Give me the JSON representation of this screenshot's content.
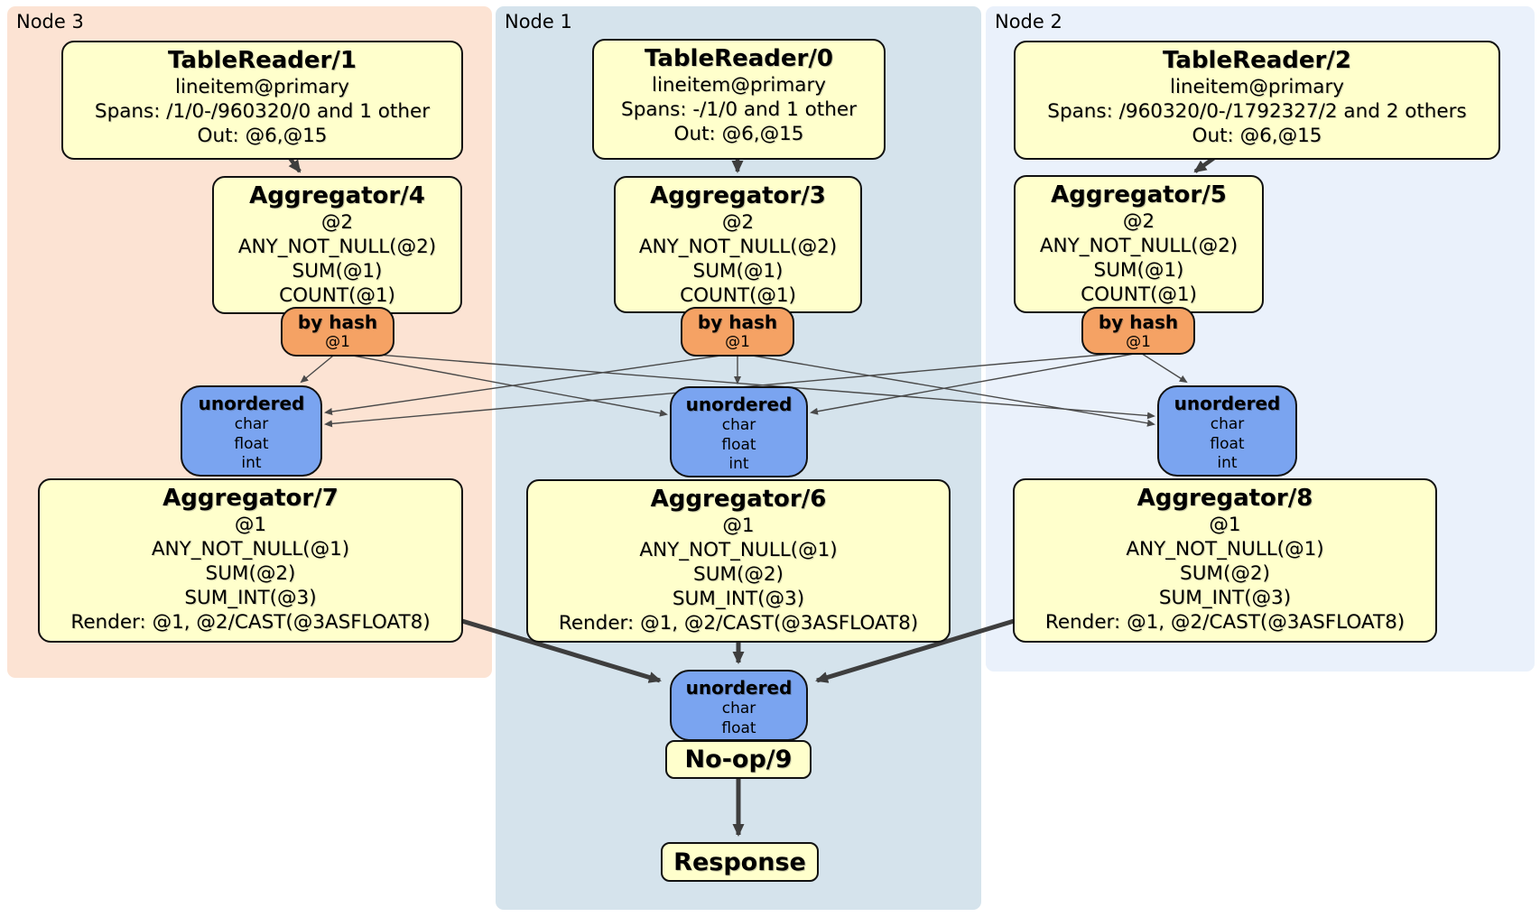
{
  "colors": {
    "canvas_bg": "#ffffff",
    "node3_bg": "#fce3d3",
    "node1_bg": "#d5e3ec",
    "node2_bg": "#eaf1fb",
    "processor_fill": "#ffffcc",
    "router_fill": "#f5a264",
    "sync_fill": "#7aa4f0",
    "box_border": "#111111",
    "edge_color": "#3e3e3e"
  },
  "regions": {
    "node3": {
      "label": "Node 3"
    },
    "node1": {
      "label": "Node 1"
    },
    "node2": {
      "label": "Node 2"
    }
  },
  "processors": {
    "tablereader1": {
      "title": "TableReader/1",
      "lines": [
        "lineitem@primary",
        "Spans: /1/0-/960320/0 and 1 other",
        "Out: @6,@15"
      ]
    },
    "tablereader0": {
      "title": "TableReader/0",
      "lines": [
        "lineitem@primary",
        "Spans: -/1/0 and 1 other",
        "Out: @6,@15"
      ]
    },
    "tablereader2": {
      "title": "TableReader/2",
      "lines": [
        "lineitem@primary",
        "Spans: /960320/0-/1792327/2 and 2 others",
        "Out: @6,@15"
      ]
    },
    "aggregator4": {
      "title": "Aggregator/4",
      "lines": [
        "@2",
        "ANY_NOT_NULL(@2)",
        "SUM(@1)",
        "COUNT(@1)"
      ]
    },
    "aggregator3": {
      "title": "Aggregator/3",
      "lines": [
        "@2",
        "ANY_NOT_NULL(@2)",
        "SUM(@1)",
        "COUNT(@1)"
      ]
    },
    "aggregator5": {
      "title": "Aggregator/5",
      "lines": [
        "@2",
        "ANY_NOT_NULL(@2)",
        "SUM(@1)",
        "COUNT(@1)"
      ]
    },
    "aggregator7": {
      "title": "Aggregator/7",
      "lines": [
        "@1",
        "ANY_NOT_NULL(@1)",
        "SUM(@2)",
        "SUM_INT(@3)",
        "Render: @1, @2/CAST(@3ASFLOAT8)"
      ]
    },
    "aggregator6": {
      "title": "Aggregator/6",
      "lines": [
        "@1",
        "ANY_NOT_NULL(@1)",
        "SUM(@2)",
        "SUM_INT(@3)",
        "Render: @1, @2/CAST(@3ASFLOAT8)"
      ]
    },
    "aggregator8": {
      "title": "Aggregator/8",
      "lines": [
        "@1",
        "ANY_NOT_NULL(@1)",
        "SUM(@2)",
        "SUM_INT(@3)",
        "Render: @1, @2/CAST(@3ASFLOAT8)"
      ]
    },
    "noop9": {
      "title": "No-op/9"
    },
    "response": {
      "title": "Response"
    }
  },
  "routers": {
    "node3": {
      "title": "by hash",
      "sub": "@1"
    },
    "node1": {
      "title": "by hash",
      "sub": "@1"
    },
    "node2": {
      "title": "by hash",
      "sub": "@1"
    }
  },
  "syncs": {
    "node3": {
      "title": "unordered",
      "streams": [
        "char",
        "float",
        "int"
      ]
    },
    "node1": {
      "title": "unordered",
      "streams": [
        "char",
        "float",
        "int"
      ]
    },
    "node2": {
      "title": "unordered",
      "streams": [
        "char",
        "float",
        "int"
      ]
    },
    "final": {
      "title": "unordered",
      "streams": [
        "char",
        "float"
      ]
    }
  }
}
